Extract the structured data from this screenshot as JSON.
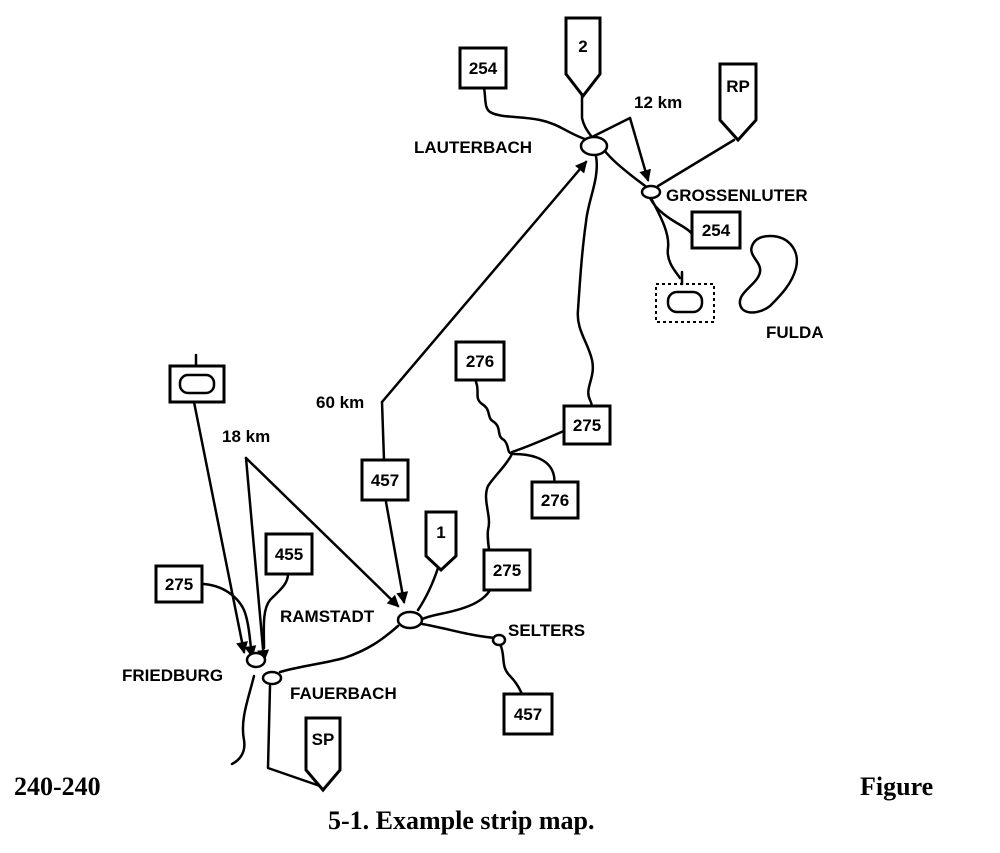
{
  "towns": {
    "lauterbach": "LAUTERBACH",
    "grossenluter": "GROSSENLUTER",
    "fulda": "FULDA",
    "ramstadt": "RAMSTADT",
    "selters": "SELTERS",
    "friedburg": "FRIEDBURG",
    "fauerbach": "FAUERBACH"
  },
  "distances": {
    "d12": "12 km",
    "d60": "60 km",
    "d18": "18 km"
  },
  "route_markers": {
    "r254_top": "254",
    "r2": "2",
    "rp": "RP",
    "r254_right": "254",
    "r276_top": "276",
    "r275_mid": "275",
    "r276_mid": "276",
    "r457_mid": "457",
    "r1": "1",
    "r275_low": "275",
    "r455": "455",
    "r275_left": "275",
    "r457_bottom": "457",
    "sp": "SP"
  },
  "captions": {
    "left": "240-240",
    "right": "Figure",
    "main": "5-1. Example strip map."
  }
}
